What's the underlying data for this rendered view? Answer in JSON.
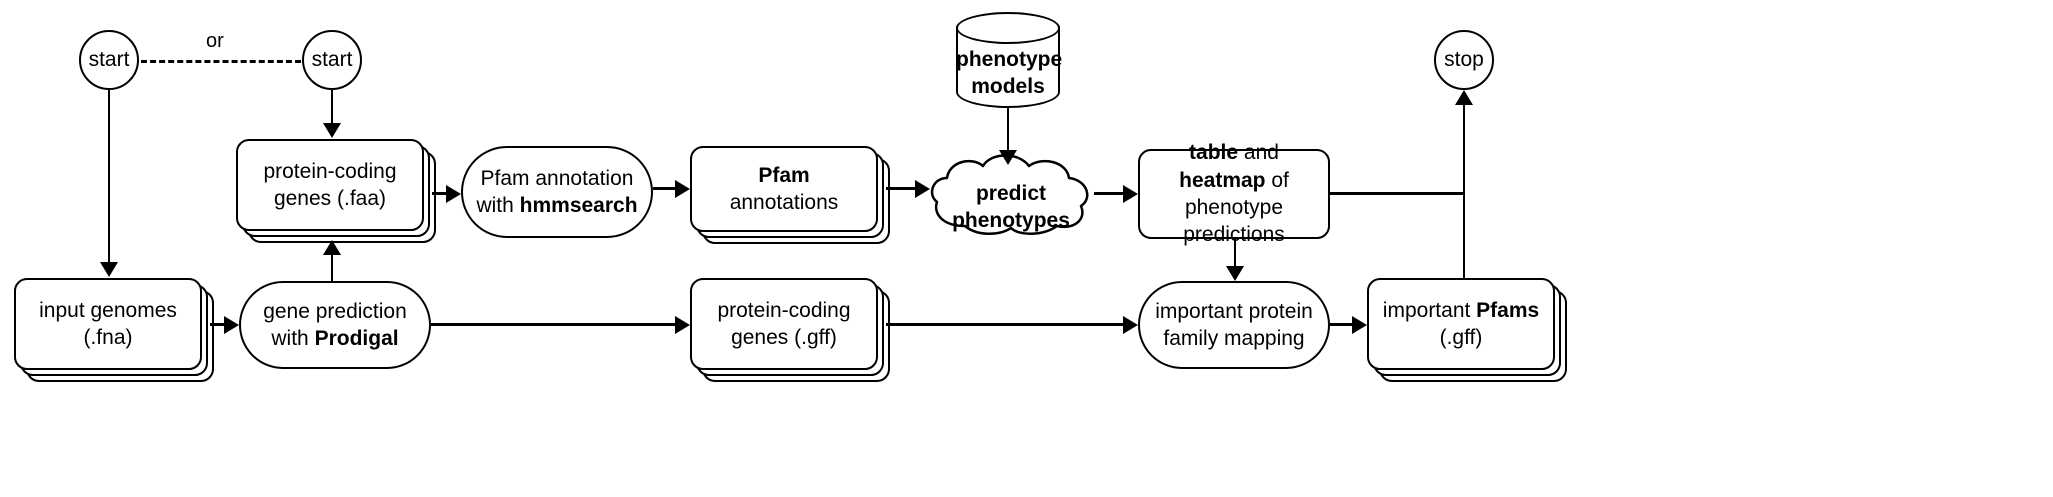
{
  "diagram": {
    "title": "genome phenotype prediction workflow",
    "edge_labels": {
      "or": "or"
    },
    "nodes": {
      "start_left": {
        "label": "start"
      },
      "start_right": {
        "label": "start"
      },
      "stop": {
        "label": "stop"
      },
      "input_genomes": {
        "line1": "input genomes",
        "line2": "(.fna)"
      },
      "gene_prediction": {
        "line1": "gene prediction",
        "line2_pre": "with ",
        "line2_bold": "Prodigal"
      },
      "protein_faa": {
        "line1": "protein-coding",
        "line2": "genes (.faa)"
      },
      "protein_gff": {
        "line1": "protein-coding",
        "line2": "genes (.gff)"
      },
      "pfam_annotation": {
        "line1": "Pfam annotation",
        "line2_pre": "with ",
        "line2_bold": "hmmsearch"
      },
      "pfam_annotations": {
        "line1_bold": "Pfam",
        "line1_post": " annotations"
      },
      "phenotype_models": {
        "line1": "phenotype",
        "line2": "models"
      },
      "predict_phenotypes": {
        "line1": "predict",
        "line2": "phenotypes"
      },
      "table_heatmap": {
        "line1_a": "table",
        "line1_mid": " and ",
        "line1_b": "heatmap",
        "line1_end": " of",
        "line2": "phenotype predictions"
      },
      "family_mapping": {
        "line1": "important protein",
        "line2": "family mapping"
      },
      "important_pfams": {
        "line1_pre": "important ",
        "line1_bold": "Pfams",
        "line2": "(.gff)"
      }
    },
    "colors": {
      "stroke": "#000000",
      "background": "#ffffff"
    }
  }
}
